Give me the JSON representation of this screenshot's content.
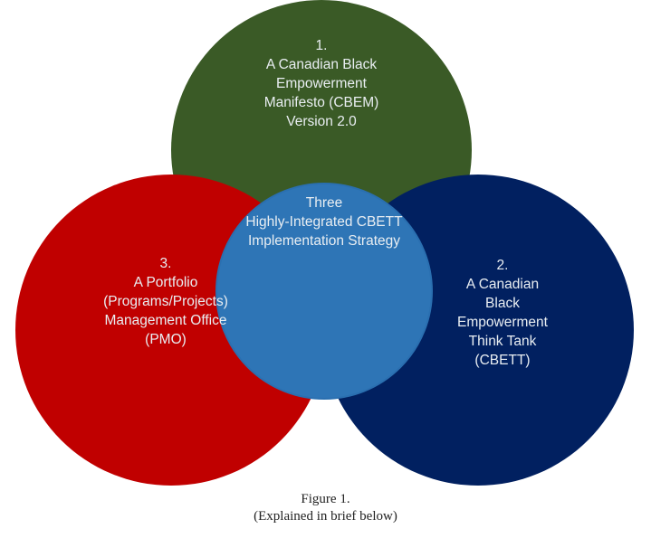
{
  "diagram": {
    "type": "venn",
    "circles": {
      "green": {
        "color": "#3a5a26",
        "lines": [
          "1.",
          "A Canadian Black",
          "Empowerment",
          "Manifesto (CBEM)",
          "Version 2.0"
        ]
      },
      "navy": {
        "color": "#012060",
        "lines": [
          "2.",
          "A Canadian",
          "Black",
          "Empowerment",
          "Think Tank",
          "(CBETT)"
        ]
      },
      "red": {
        "color": "#c00000",
        "lines": [
          "3.",
          "A Portfolio",
          "(Programs/Projects)",
          "Management Office",
          "(PMO)"
        ]
      },
      "center": {
        "color": "#2e75b6",
        "stroke": "#2a6fb0",
        "lines": [
          "Three",
          "Highly-Integrated CBETT",
          "Implementation Strategy"
        ]
      }
    }
  },
  "caption": {
    "title": "Figure 1.",
    "subtitle": "(Explained in brief below)"
  }
}
